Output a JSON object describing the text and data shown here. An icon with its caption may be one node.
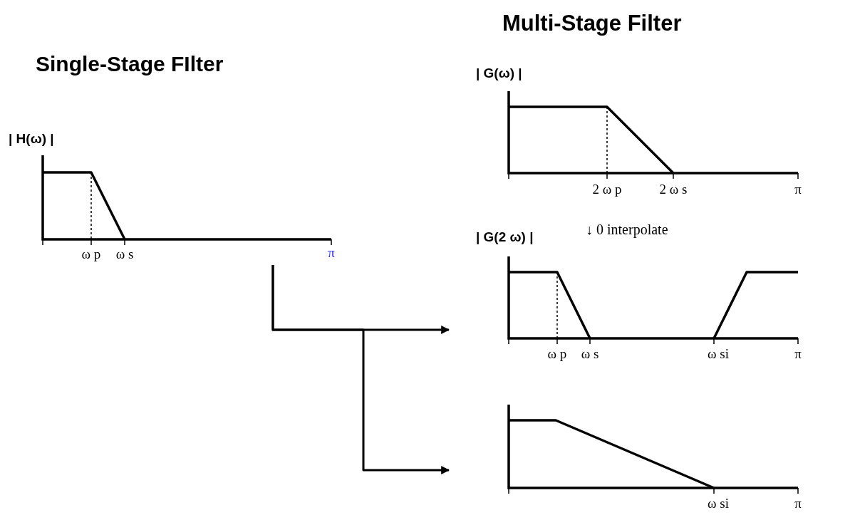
{
  "diagram": {
    "nodes": [
      {
        "text": [
          "| H(ω) |",
          "ω p",
          "ω s",
          "π"
        ]
      },
      {
        "text": [
          "| G(ω) |",
          "2 ω p",
          "2 ω s",
          "π"
        ]
      },
      {
        "text": [
          "| G(2 ω) |",
          "ω p",
          "ω s",
          "ω si",
          "π"
        ]
      },
      {
        "text": [
          "ω si",
          "π"
        ]
      }
    ],
    "edges": [
      {
        "from": 0,
        "to": 2,
        "arrow": "to"
      },
      {
        "from": 0,
        "to": 3,
        "arrow": "to"
      }
    ],
    "labels": [
      "Single-Stage FIlter",
      "Multi-Stage Filter",
      "↓ 0 interpolate"
    ]
  }
}
